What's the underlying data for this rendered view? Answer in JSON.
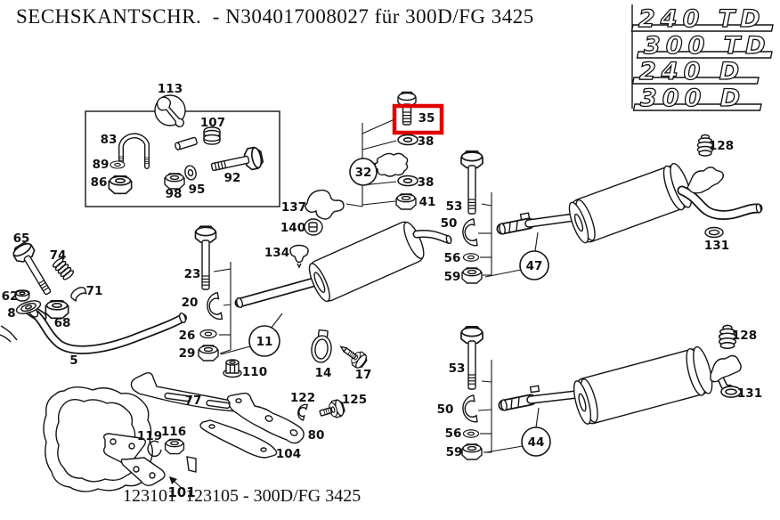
{
  "header": {
    "title": "SECHSKANTSCHR.  - N304017008027 für 300D/FG 3425"
  },
  "model_badges": [
    {
      "label": "240 TD"
    },
    {
      "label": "300 TD"
    },
    {
      "label": "240 D"
    },
    {
      "label": "300 D"
    }
  ],
  "caption": {
    "text": "123101  123105 - 300D/FG 3425"
  },
  "highlight": {
    "highlighted_part": "35",
    "color": "#e10000"
  },
  "part_labels": {
    "5": "5",
    "8": "8",
    "11": "11",
    "14": "14",
    "17": "17",
    "20": "20",
    "23": "23",
    "26": "26",
    "29": "29",
    "32": "32",
    "35": "35",
    "38": "38",
    "41": "41",
    "44": "44",
    "47": "47",
    "50": "50",
    "53": "53",
    "56": "56",
    "59": "59",
    "62": "62",
    "65": "65",
    "68": "68",
    "71": "71",
    "74": "74",
    "77": "77",
    "80": "80",
    "83": "83",
    "86": "86",
    "89": "89",
    "92": "92",
    "95": "95",
    "98": "98",
    "101": "101",
    "104": "104",
    "107": "107",
    "110": "110",
    "113": "113",
    "116": "116",
    "119": "119",
    "122": "122",
    "125": "125",
    "128": "128",
    "131": "131",
    "134": "134",
    "137": "137",
    "140": "140"
  }
}
